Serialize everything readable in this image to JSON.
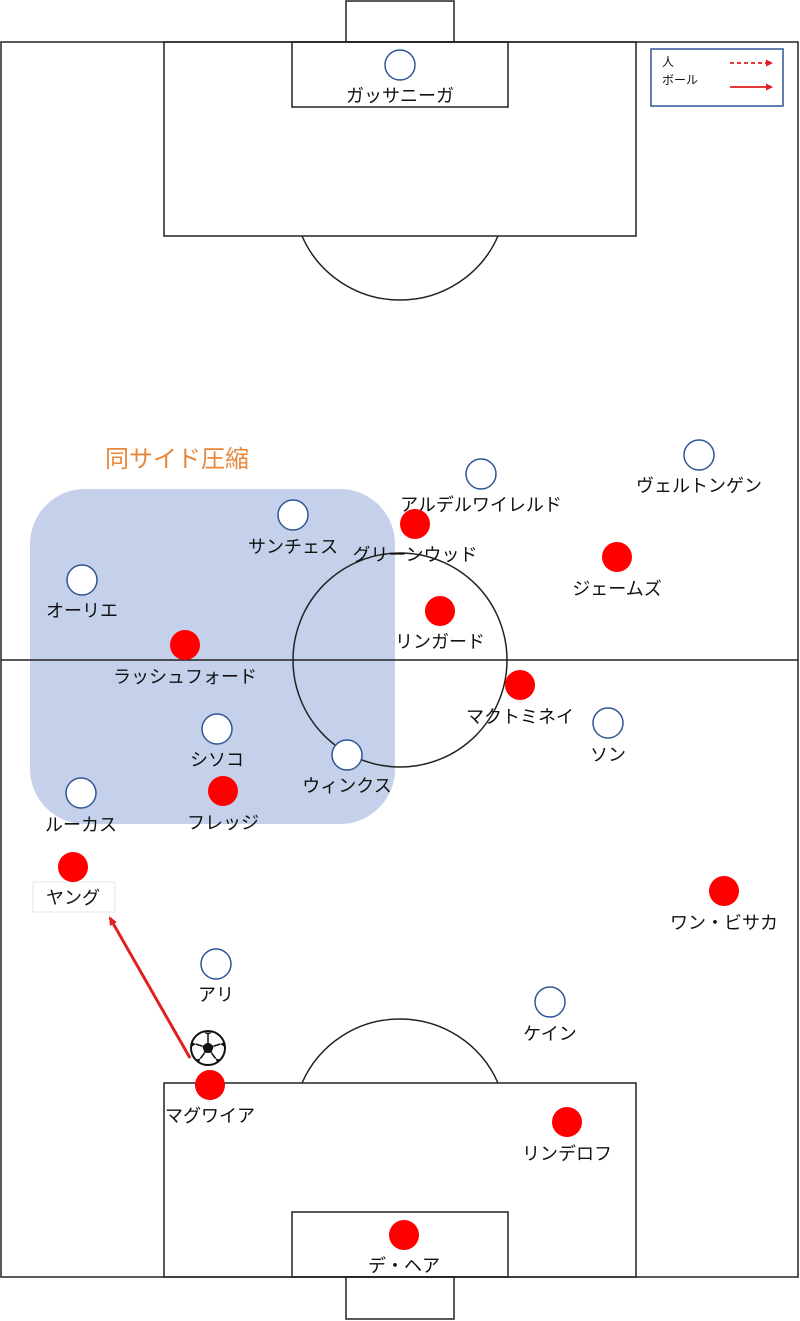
{
  "legend": {
    "person_label": "人",
    "ball_label": "ボール"
  },
  "zone": {
    "title": "同サイド圧縮",
    "title_color": "#e8873a",
    "fill_color": "#c5d1ea"
  },
  "colors": {
    "red_team": "#ff0000",
    "blue_team_stroke": "#2f5597",
    "arrow": "#e02020",
    "legend_border": "#2f5597"
  },
  "players": [
    {
      "name": "ガッサニーガ",
      "team": "blue"
    },
    {
      "name": "アルデルワイレルド",
      "team": "blue"
    },
    {
      "name": "ヴェルトンゲン",
      "team": "blue"
    },
    {
      "name": "サンチェス",
      "team": "blue"
    },
    {
      "name": "オーリエ",
      "team": "blue"
    },
    {
      "name": "シソコ",
      "team": "blue"
    },
    {
      "name": "ウィンクス",
      "team": "blue"
    },
    {
      "name": "ソン",
      "team": "blue"
    },
    {
      "name": "ルーカス",
      "team": "blue"
    },
    {
      "name": "アリ",
      "team": "blue"
    },
    {
      "name": "ケイン",
      "team": "blue"
    },
    {
      "name": "グリーンウッド",
      "team": "red"
    },
    {
      "name": "ジェームズ",
      "team": "red"
    },
    {
      "name": "リンガード",
      "team": "red"
    },
    {
      "name": "ラッシュフォード",
      "team": "red"
    },
    {
      "name": "マクトミネイ",
      "team": "red"
    },
    {
      "name": "フレッジ",
      "team": "red"
    },
    {
      "name": "ヤング",
      "team": "red"
    },
    {
      "name": "ワン・ビサカ",
      "team": "red"
    },
    {
      "name": "マグワイア",
      "team": "red"
    },
    {
      "name": "リンデロフ",
      "team": "red"
    },
    {
      "name": "デ・ヘア",
      "team": "red"
    }
  ],
  "ball": {
    "icon": "soccer-ball-icon"
  }
}
